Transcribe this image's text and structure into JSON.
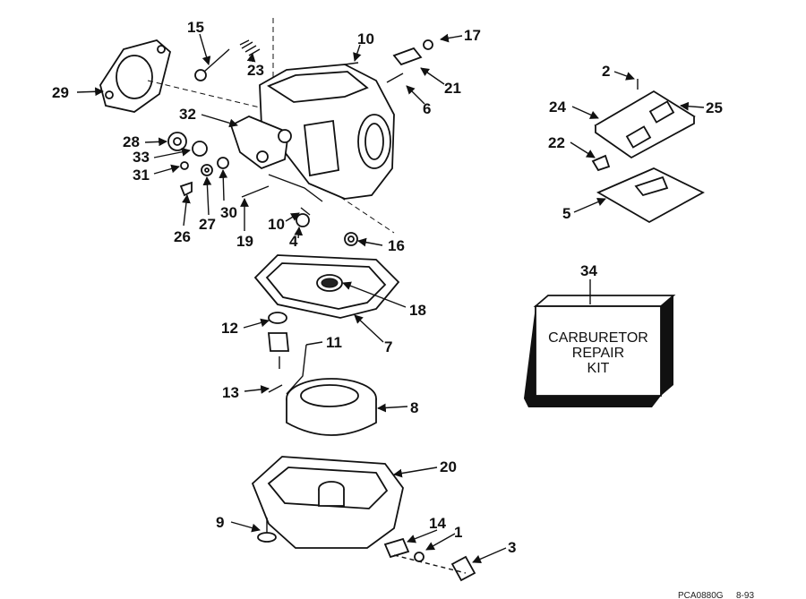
{
  "diagram": {
    "part_numbers": [
      "1",
      "2",
      "3",
      "4",
      "5",
      "6",
      "7",
      "8",
      "9",
      "10",
      "10",
      "11",
      "12",
      "13",
      "14",
      "15",
      "16",
      "17",
      "18",
      "19",
      "20",
      "21",
      "22",
      "23",
      "24",
      "25",
      "26",
      "27",
      "28",
      "29",
      "30",
      "31",
      "32",
      "33",
      "34"
    ],
    "kit_box": {
      "lines": [
        "CARBURETOR",
        "REPAIR",
        "KIT"
      ]
    },
    "footer_code": "PCA0880G",
    "footer_date": "8-93"
  }
}
